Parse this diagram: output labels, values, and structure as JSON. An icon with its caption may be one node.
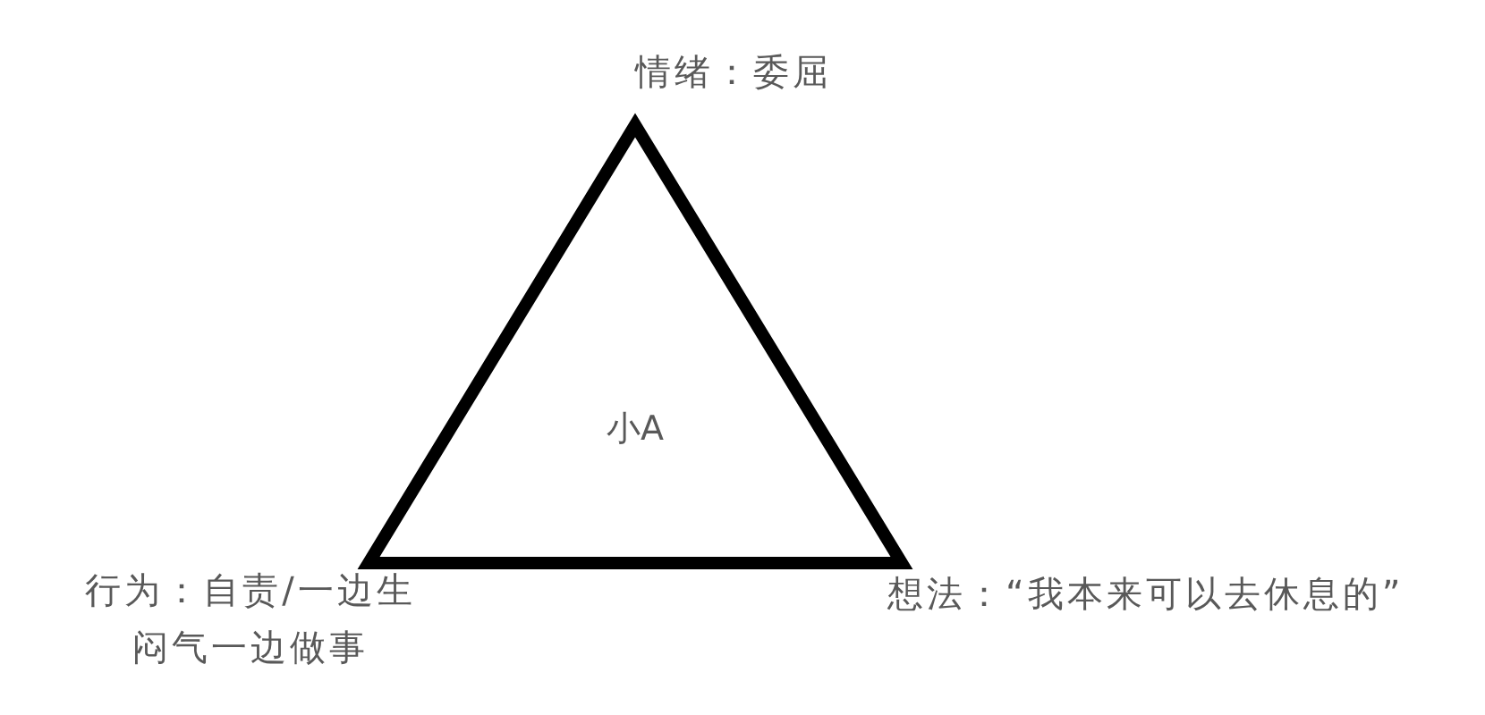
{
  "diagram": {
    "nodes": [
      {
        "text": [
          "小A"
        ],
        "beside": [
          "情绪：委屈",
          "行为：自责/一边生闷气一边做事",
          "想法：“我本来可以去休息的”"
        ]
      }
    ]
  }
}
